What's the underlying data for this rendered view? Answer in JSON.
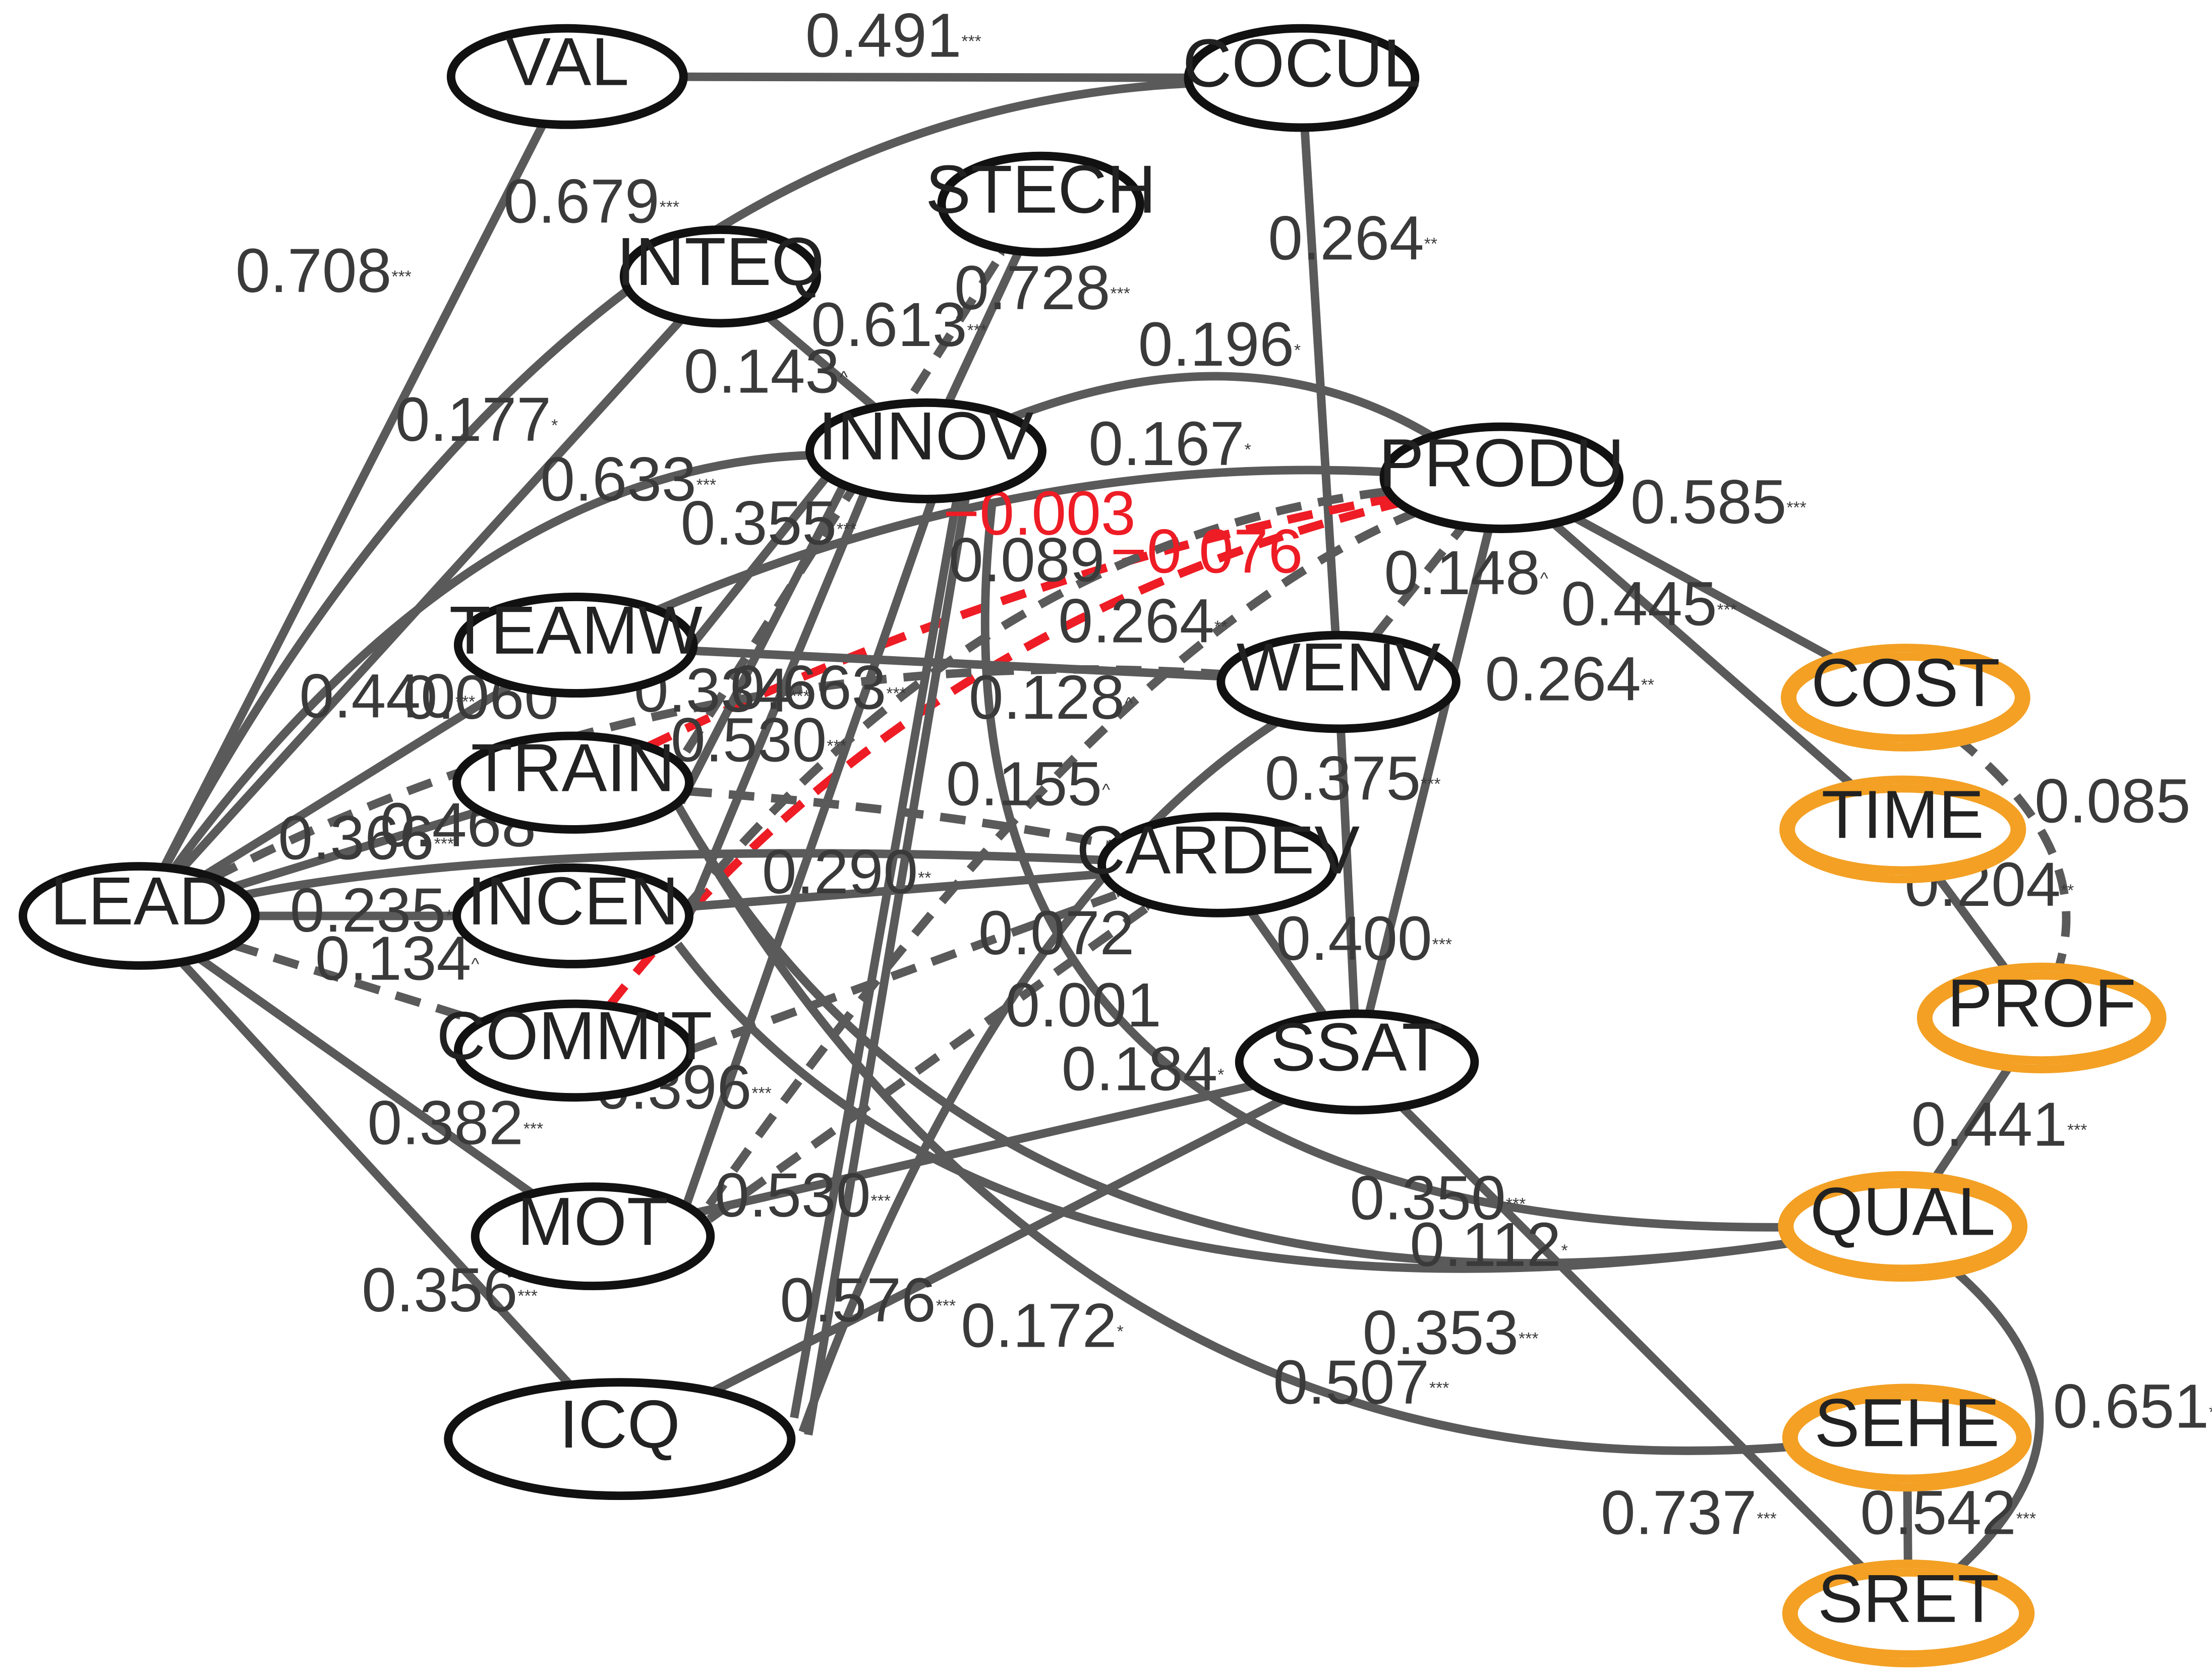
{
  "colors": {
    "edge": "#5a5a5a",
    "negative_edge": "#ee1c25",
    "node_outline": "#111111",
    "outcome_outline": "#f3a024"
  },
  "nodes": [
    {
      "id": "LEAD",
      "label": "LEAD",
      "kind": "construct"
    },
    {
      "id": "VAL",
      "label": "VAL",
      "kind": "construct"
    },
    {
      "id": "COCUL",
      "label": "COCUL",
      "kind": "construct"
    },
    {
      "id": "STECH",
      "label": "STECH",
      "kind": "construct"
    },
    {
      "id": "INTEQ",
      "label": "INTEQ",
      "kind": "construct"
    },
    {
      "id": "INNOV",
      "label": "INNOV",
      "kind": "construct"
    },
    {
      "id": "PRODU",
      "label": "PRODU",
      "kind": "construct"
    },
    {
      "id": "TEAMW",
      "label": "TEAMW",
      "kind": "construct"
    },
    {
      "id": "WENV",
      "label": "WENV",
      "kind": "construct"
    },
    {
      "id": "TRAIN",
      "label": "TRAIN",
      "kind": "construct"
    },
    {
      "id": "CARDEV",
      "label": "CARDEV",
      "kind": "construct"
    },
    {
      "id": "INCEN",
      "label": "INCEN",
      "kind": "construct"
    },
    {
      "id": "COMMIT",
      "label": "COMMIT",
      "kind": "construct"
    },
    {
      "id": "SSAT",
      "label": "SSAT",
      "kind": "construct"
    },
    {
      "id": "MOT",
      "label": "MOT",
      "kind": "construct"
    },
    {
      "id": "ICQ",
      "label": "ICQ",
      "kind": "construct"
    },
    {
      "id": "COST",
      "label": "COST",
      "kind": "outcome"
    },
    {
      "id": "TIME",
      "label": "TIME",
      "kind": "outcome"
    },
    {
      "id": "PROF",
      "label": "PROF",
      "kind": "outcome"
    },
    {
      "id": "QUAL",
      "label": "QUAL",
      "kind": "outcome"
    },
    {
      "id": "SEHE",
      "label": "SEHE",
      "kind": "outcome"
    },
    {
      "id": "SRET",
      "label": "SRET",
      "kind": "outcome"
    }
  ],
  "edges": [
    {
      "from": "LEAD",
      "to": "VAL",
      "coef": "0.708",
      "sig": "***",
      "style": "solid"
    },
    {
      "from": "VAL",
      "to": "COCUL",
      "coef": "0.491",
      "sig": "***",
      "style": "solid"
    },
    {
      "from": "LEAD",
      "to": "COCUL",
      "coef": "0.679",
      "sig": "***",
      "style": "solid"
    },
    {
      "from": "LEAD",
      "to": "INTEQ",
      "coef": "0.177",
      "sig": "*",
      "style": "solid"
    },
    {
      "from": "INTEQ",
      "to": "INNOV",
      "coef": "0.613",
      "sig": "***",
      "style": "solid"
    },
    {
      "from": "STECH",
      "to": "INNOV",
      "coef": "0.728",
      "sig": "***",
      "style": "solid"
    },
    {
      "from": "TRAIN",
      "to": "STECH",
      "coef": "0.143",
      "sig": "^",
      "style": "dashed"
    },
    {
      "from": "LEAD",
      "to": "INNOV",
      "coef": "0.633",
      "sig": "***",
      "style": "solid"
    },
    {
      "from": "COCUL",
      "to": "WENV",
      "coef": "0.264",
      "sig": "**",
      "style": "solid"
    },
    {
      "from": "INNOV",
      "to": "PRODU",
      "coef": "0.196",
      "sig": "*",
      "style": "solid"
    },
    {
      "from": "TEAMW",
      "to": "PRODU",
      "coef": "0.167",
      "sig": "*",
      "style": "solid"
    },
    {
      "from": "TEAMW",
      "to": "INNOV",
      "coef": "0.355",
      "sig": "***",
      "style": "solid"
    },
    {
      "from": "TRAIN",
      "to": "PRODU",
      "coef": "−0.003",
      "sig": "",
      "style": "red"
    },
    {
      "from": "COMMIT",
      "to": "PRODU",
      "coef": "−0.076",
      "sig": "",
      "style": "red"
    },
    {
      "from": "INCEN",
      "to": "PRODU",
      "coef": "0.089",
      "sig": "",
      "style": "dashed"
    },
    {
      "from": "WENV",
      "to": "PRODU",
      "coef": "0.148",
      "sig": "^",
      "style": "dashed"
    },
    {
      "from": "TEAMW",
      "to": "WENV",
      "coef": "0.264",
      "sig": "**",
      "style": "solid"
    },
    {
      "from": "LEAD",
      "to": "TEAMW",
      "coef": "0.440",
      "sig": "***",
      "style": "solid"
    },
    {
      "from": "LEAD",
      "to": "WENV",
      "coef": "0.060",
      "sig": "",
      "style": "dashed"
    },
    {
      "from": "TRAIN",
      "to": "INNOV",
      "coef": "0.334",
      "sig": "***",
      "style": "solid"
    },
    {
      "from": "INCEN",
      "to": "INNOV",
      "coef": "0.663",
      "sig": "***",
      "style": "solid"
    },
    {
      "from": "MOT",
      "to": "INNOV",
      "coef": "0.530",
      "sig": "***",
      "style": "solid"
    },
    {
      "from": "MOT",
      "to": "PRODU",
      "coef": "0.128",
      "sig": "^",
      "style": "dashed"
    },
    {
      "from": "TRAIN",
      "to": "CARDEV",
      "coef": "0.155",
      "sig": "^",
      "style": "dashed"
    },
    {
      "from": "LEAD",
      "to": "TRAIN",
      "coef": "0.366",
      "sig": "***",
      "style": "solid"
    },
    {
      "from": "LEAD",
      "to": "CARDEV",
      "coef": "0.468",
      "sig": "",
      "style": "solid"
    },
    {
      "from": "INCEN",
      "to": "CARDEV",
      "coef": "0.290",
      "sig": "**",
      "style": "solid"
    },
    {
      "from": "LEAD",
      "to": "INCEN",
      "coef": "0.235",
      "sig": "**",
      "style": "solid"
    },
    {
      "from": "COMMIT",
      "to": "CARDEV",
      "coef": "0.072",
      "sig": "",
      "style": "dashed"
    },
    {
      "from": "MOT",
      "to": "CARDEV",
      "coef": "0.001",
      "sig": "",
      "style": "dashed"
    },
    {
      "from": "LEAD",
      "to": "COMMIT",
      "coef": "0.134",
      "sig": "^",
      "style": "dashed"
    },
    {
      "from": "WENV",
      "to": "SSAT",
      "coef": "0.375",
      "sig": "***",
      "style": "solid"
    },
    {
      "from": "CARDEV",
      "to": "SSAT",
      "coef": "0.400",
      "sig": "***",
      "style": "solid"
    },
    {
      "from": "SSAT",
      "to": "PRODU",
      "coef": "0.264",
      "sig": "**",
      "style": "solid"
    },
    {
      "from": "MOT",
      "to": "SSAT",
      "coef": "0.184",
      "sig": "*",
      "style": "solid"
    },
    {
      "from": "ICQ",
      "to": "INNOV",
      "coef": "0.396",
      "sig": "***",
      "style": "solid"
    },
    {
      "from": "LEAD",
      "to": "MOT",
      "coef": "0.382",
      "sig": "***",
      "style": "solid"
    },
    {
      "from": "ICQ",
      "to": "WENV",
      "coef": "0.530",
      "sig": "***",
      "style": "solid"
    },
    {
      "from": "LEAD",
      "to": "ICQ",
      "coef": "0.356",
      "sig": "***",
      "style": "solid"
    },
    {
      "from": "ICQ",
      "to": "INNOV",
      "coef": "0.576",
      "sig": "***",
      "style": "solid"
    },
    {
      "from": "ICQ",
      "to": "SSAT",
      "coef": "0.172",
      "sig": "*",
      "style": "solid"
    },
    {
      "from": "INNOV",
      "to": "QUAL",
      "coef": "0.350",
      "sig": "***",
      "style": "solid"
    },
    {
      "from": "TRAIN",
      "to": "QUAL",
      "coef": "0.112",
      "sig": "*",
      "style": "solid"
    },
    {
      "from": "INCEN",
      "to": "QUAL",
      "coef": "0.353",
      "sig": "***",
      "style": "solid"
    },
    {
      "from": "TRAIN",
      "to": "SEHE",
      "coef": "0.507",
      "sig": "***",
      "style": "solid"
    },
    {
      "from": "SSAT",
      "to": "SRET",
      "coef": "0.737",
      "sig": "***",
      "style": "solid"
    },
    {
      "from": "SRET",
      "to": "SEHE",
      "coef": "0.542",
      "sig": "***",
      "style": "solid"
    },
    {
      "from": "SRET",
      "to": "QUAL",
      "coef": "0.651",
      "sig": "***",
      "style": "solid"
    },
    {
      "from": "PRODU",
      "to": "COST",
      "coef": "0.585",
      "sig": "***",
      "style": "solid"
    },
    {
      "from": "PRODU",
      "to": "TIME",
      "coef": "0.445",
      "sig": "***",
      "style": "solid"
    },
    {
      "from": "COST",
      "to": "PROF",
      "coef": "0.085",
      "sig": "",
      "style": "dashed"
    },
    {
      "from": "TIME",
      "to": "PROF",
      "coef": "0.204",
      "sig": "**",
      "style": "solid"
    },
    {
      "from": "QUAL",
      "to": "PROF",
      "coef": "0.441",
      "sig": "***",
      "style": "solid"
    }
  ]
}
